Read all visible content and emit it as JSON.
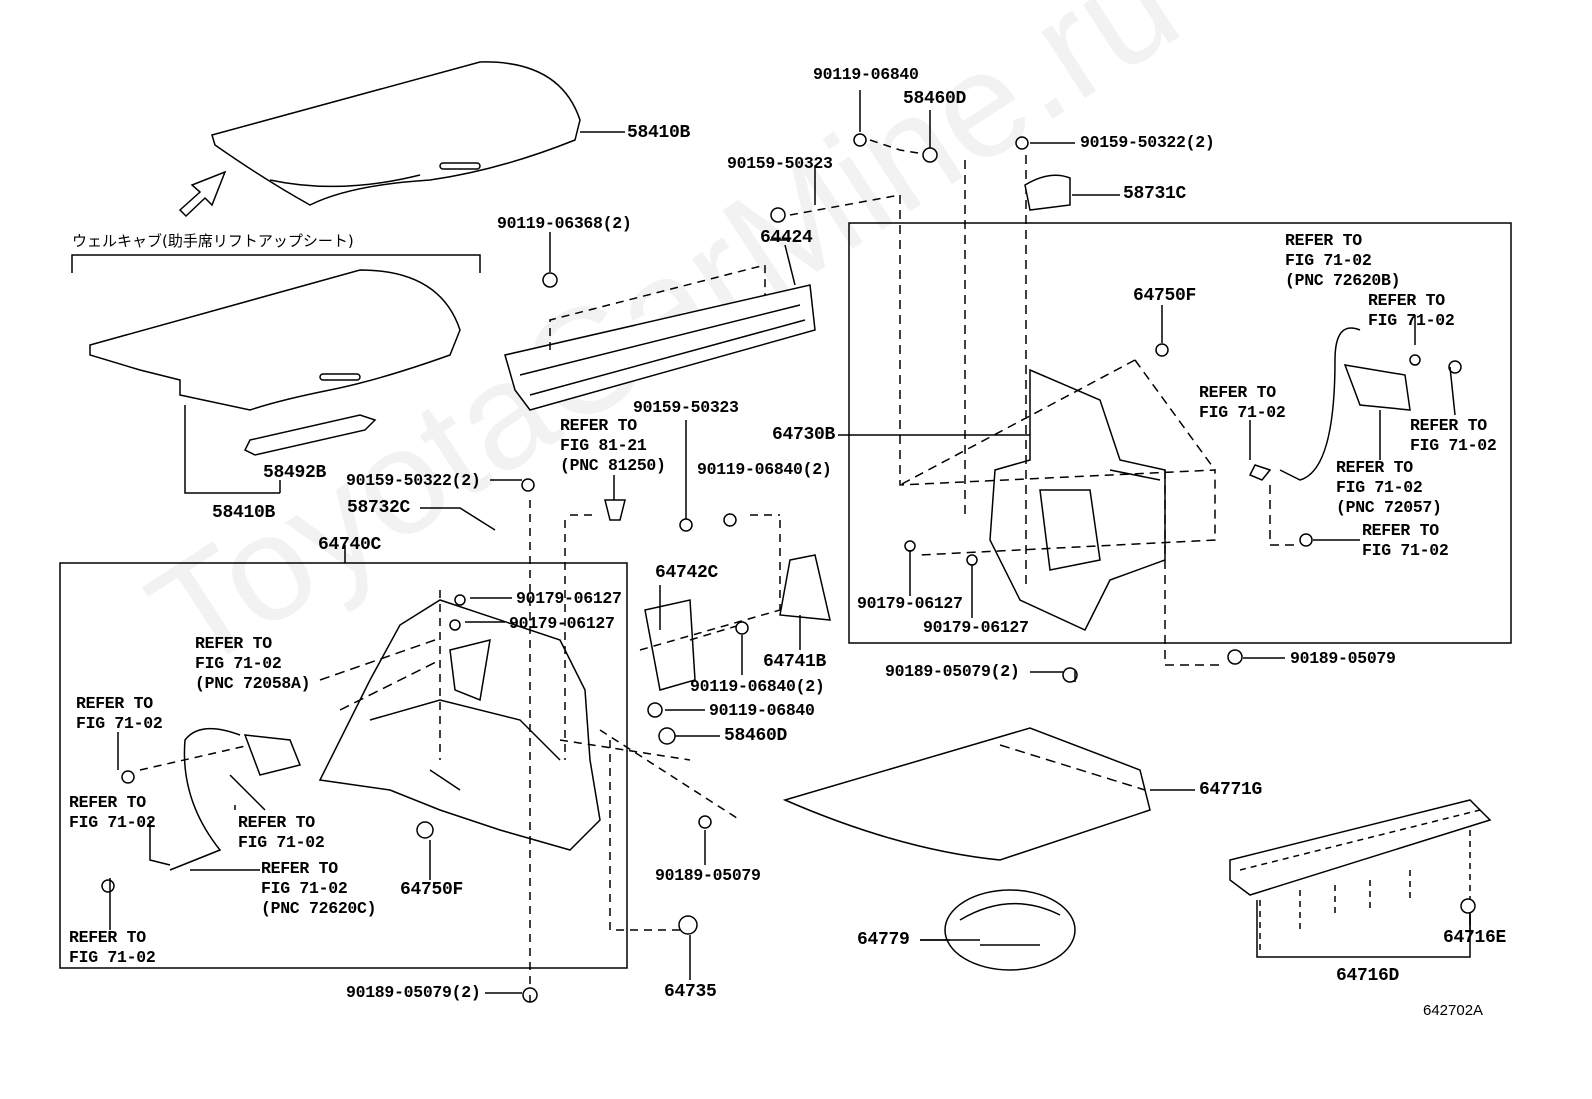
{
  "watermark": "ToyotaCarMine.ru",
  "figure_id": "642702A",
  "note_jp": "ウェルキャブ(助手席リフトアップシート)",
  "labels": {
    "p58410B_top": "58410B",
    "p58492B": "58492B",
    "p58410B_low": "58410B",
    "p90159_50322_2_left": "90159-50322(2)",
    "p58732C": "58732C",
    "p64740C": "64740C",
    "p90119_06840_top": "90119-06840",
    "p58460D_top": "58460D",
    "p90159_50323_top": "90159-50323",
    "p64424": "64424",
    "p90119_06368_2": "90119-06368(2)",
    "p90159_50322_2_right": "90159-50322(2)",
    "p58731C": "58731C",
    "p64750F_right": "64750F",
    "p64730B": "64730B",
    "p90159_50323_mid": "90159-50323",
    "p90119_06840_2_a": "90119-06840(2)",
    "p90179_06127_a": "90179-06127",
    "p90179_06127_b": "90179-06127",
    "p64742C": "64742C",
    "p64741B": "64741B",
    "p90119_06840_2_b": "90119-06840(2)",
    "p90119_06840_mid": "90119-06840",
    "p58460D_mid": "58460D",
    "p90179_06127_c": "90179-06127",
    "p90179_06127_d": "90179-06127",
    "p90189_05079_2_mid": "90189-05079(2)",
    "p90189_05079_right": "90189-05079",
    "p64750F_left": "64750F",
    "p90189_05079_2_low": "90189-05079(2)",
    "p64735": "64735",
    "p90189_05079_mid": "90189-05079",
    "p64771G": "64771G",
    "p64779": "64779",
    "p64716E": "64716E",
    "p64716D": "64716D"
  },
  "refers": {
    "r72620B": [
      "REFER TO",
      "FIG 71-02",
      "(PNC 72620B)"
    ],
    "r_rt1": [
      "REFER TO",
      "FIG 71-02"
    ],
    "r_rt2": [
      "REFER TO",
      "FIG 71-02"
    ],
    "r_rt3": [
      "REFER TO",
      "FIG 71-02"
    ],
    "r72057": [
      "REFER TO",
      "FIG 71-02",
      "(PNC 72057)"
    ],
    "r_rt4": [
      "REFER TO",
      "FIG 71-02"
    ],
    "r81250": [
      "REFER TO",
      "FIG 81-21",
      "(PNC 81250)"
    ],
    "r72058A": [
      "REFER TO",
      "FIG 71-02",
      "(PNC 72058A)"
    ],
    "r_lt1": [
      "REFER TO",
      "FIG 71-02"
    ],
    "r_lt2": [
      "REFER TO",
      "FIG 71-02"
    ],
    "r_lt3": [
      "REFER TO",
      "FIG 71-02"
    ],
    "r72620C": [
      "REFER TO",
      "FIG 71-02",
      "(PNC 72620C)"
    ],
    "r_lt4": [
      "REFER TO",
      "FIG 71-02"
    ]
  }
}
